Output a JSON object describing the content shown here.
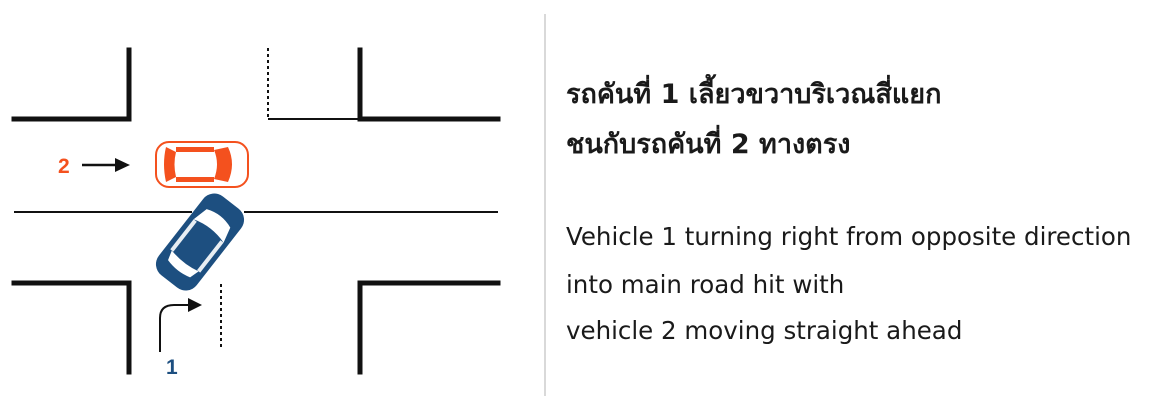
{
  "diagram": {
    "vehicle_1_label": "1",
    "vehicle_2_label": "2",
    "colors": {
      "road_line": "#111111",
      "vehicle_1": "#1d4f80",
      "vehicle_2": "#f4511e"
    },
    "icons": [
      "car-top-view-icon",
      "arrow-right-icon",
      "turn-right-arrow-icon"
    ]
  },
  "caption": {
    "thai_line_1": "รถคันที่ 1 เลี้ยวขวาบริเวณสี่แยก",
    "thai_line_2": "ชนกับรถคันที่ 2 ทางตรง",
    "english_line_1": "Vehicle 1 turning right from opposite direction",
    "english_line_2": "into main road hit with",
    "english_line_3": "vehicle 2 moving straight ahead"
  }
}
